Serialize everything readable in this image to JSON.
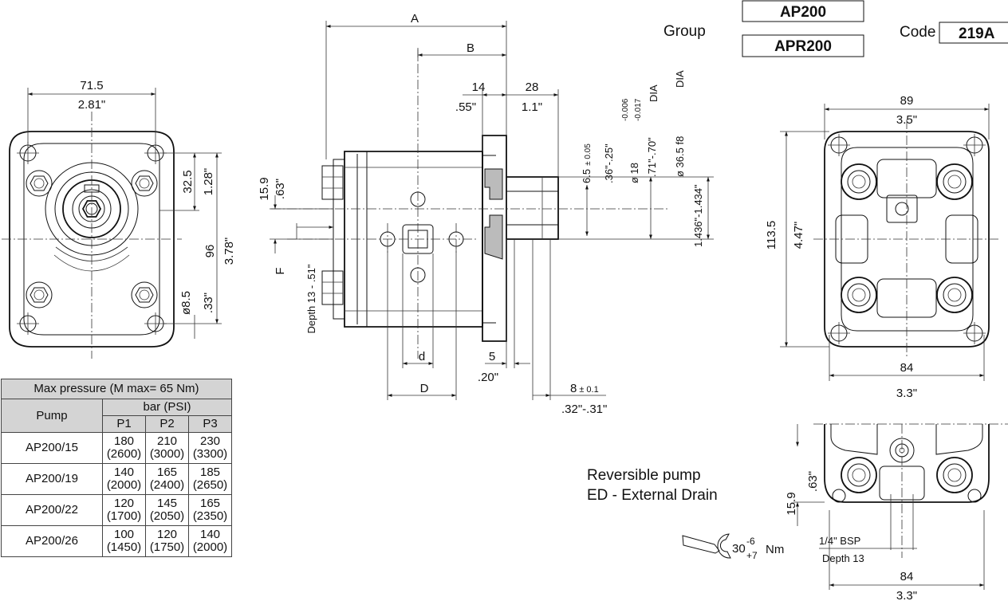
{
  "header": {
    "group_label": "Group",
    "group_values": [
      "AP200",
      "APR200"
    ],
    "code_label": "Code",
    "code_value": "219A"
  },
  "front_view": {
    "width_mm": "71.5",
    "width_in": "2.81\"",
    "bolt_offset_mm": "32.5",
    "bolt_offset_in": "1.28\"",
    "height_mm": "96",
    "height_in": "3.78\"",
    "hole_dia_mm": "ø8.5",
    "hole_dia_in": ".33\""
  },
  "side_view": {
    "A": "A",
    "B": "B",
    "d": "d",
    "D": "D",
    "F": "F",
    "flange_mm": "14",
    "flange_in": ".55\"",
    "shaft_len_mm": "28",
    "shaft_len_in": "1.1\"",
    "key_mm": "6.5",
    "key_tol": "± 0.05",
    "key_in": ".36\"-.25\"",
    "shaft_dia_mm": "ø  18",
    "shaft_tol_upper": "-0.006",
    "shaft_tol_lower": "-0.017",
    "shaft_dia_in": ".71\"-.70\"",
    "dia_word_1": "DIA",
    "pilot_dia_mm": "ø  36.5 f8",
    "pilot_dia_in": "1.436\"-1.434\"",
    "dia_word_2": "DIA",
    "port_offset_mm": "15.9",
    "port_offset_in": ".63\"",
    "depth_label": "Depth 13 - .51\"",
    "pilot_len_mm": "5",
    "pilot_len_in": ".20\"",
    "shaft_end_mm": "8",
    "shaft_end_tol": "± 0.1",
    "shaft_end_in": ".32\"-.31\""
  },
  "rear_view": {
    "width_top_mm": "89",
    "width_top_in": "3.5\"",
    "height_mm": "113.5",
    "height_in": "4.47\"",
    "width_bottom_mm": "84",
    "width_bottom_in": "3.3\""
  },
  "detail_view": {
    "offset_mm": "15.9",
    "offset_in": ".63\"",
    "drain_port": "1/4\" BSP",
    "drain_depth": "Depth 13",
    "width_mm": "84",
    "width_in": "3.3\""
  },
  "notes": {
    "line1": "Reversible pump",
    "line2": "ED - External Drain",
    "torque_value": "30",
    "torque_minus": "-6",
    "torque_plus": "+7",
    "torque_unit": "Nm"
  },
  "pressure_table": {
    "title": "Max pressure (M max= 65 Nm)",
    "pump_header": "Pump",
    "unit_header": "bar (PSI)",
    "columns": [
      "P1",
      "P2",
      "P3"
    ],
    "rows": [
      {
        "pump": "AP200/15",
        "bar": [
          "180",
          "210",
          "230"
        ],
        "psi": [
          "(2600)",
          "(3000)",
          "(3300)"
        ]
      },
      {
        "pump": "AP200/19",
        "bar": [
          "140",
          "165",
          "185"
        ],
        "psi": [
          "(2000)",
          "(2400)",
          "(2650)"
        ]
      },
      {
        "pump": "AP200/22",
        "bar": [
          "120",
          "145",
          "165"
        ],
        "psi": [
          "(1700)",
          "(2050)",
          "(2350)"
        ]
      },
      {
        "pump": "AP200/26",
        "bar": [
          "100",
          "120",
          "140"
        ],
        "psi": [
          "(1450)",
          "(1750)",
          "(2000)"
        ]
      }
    ]
  }
}
